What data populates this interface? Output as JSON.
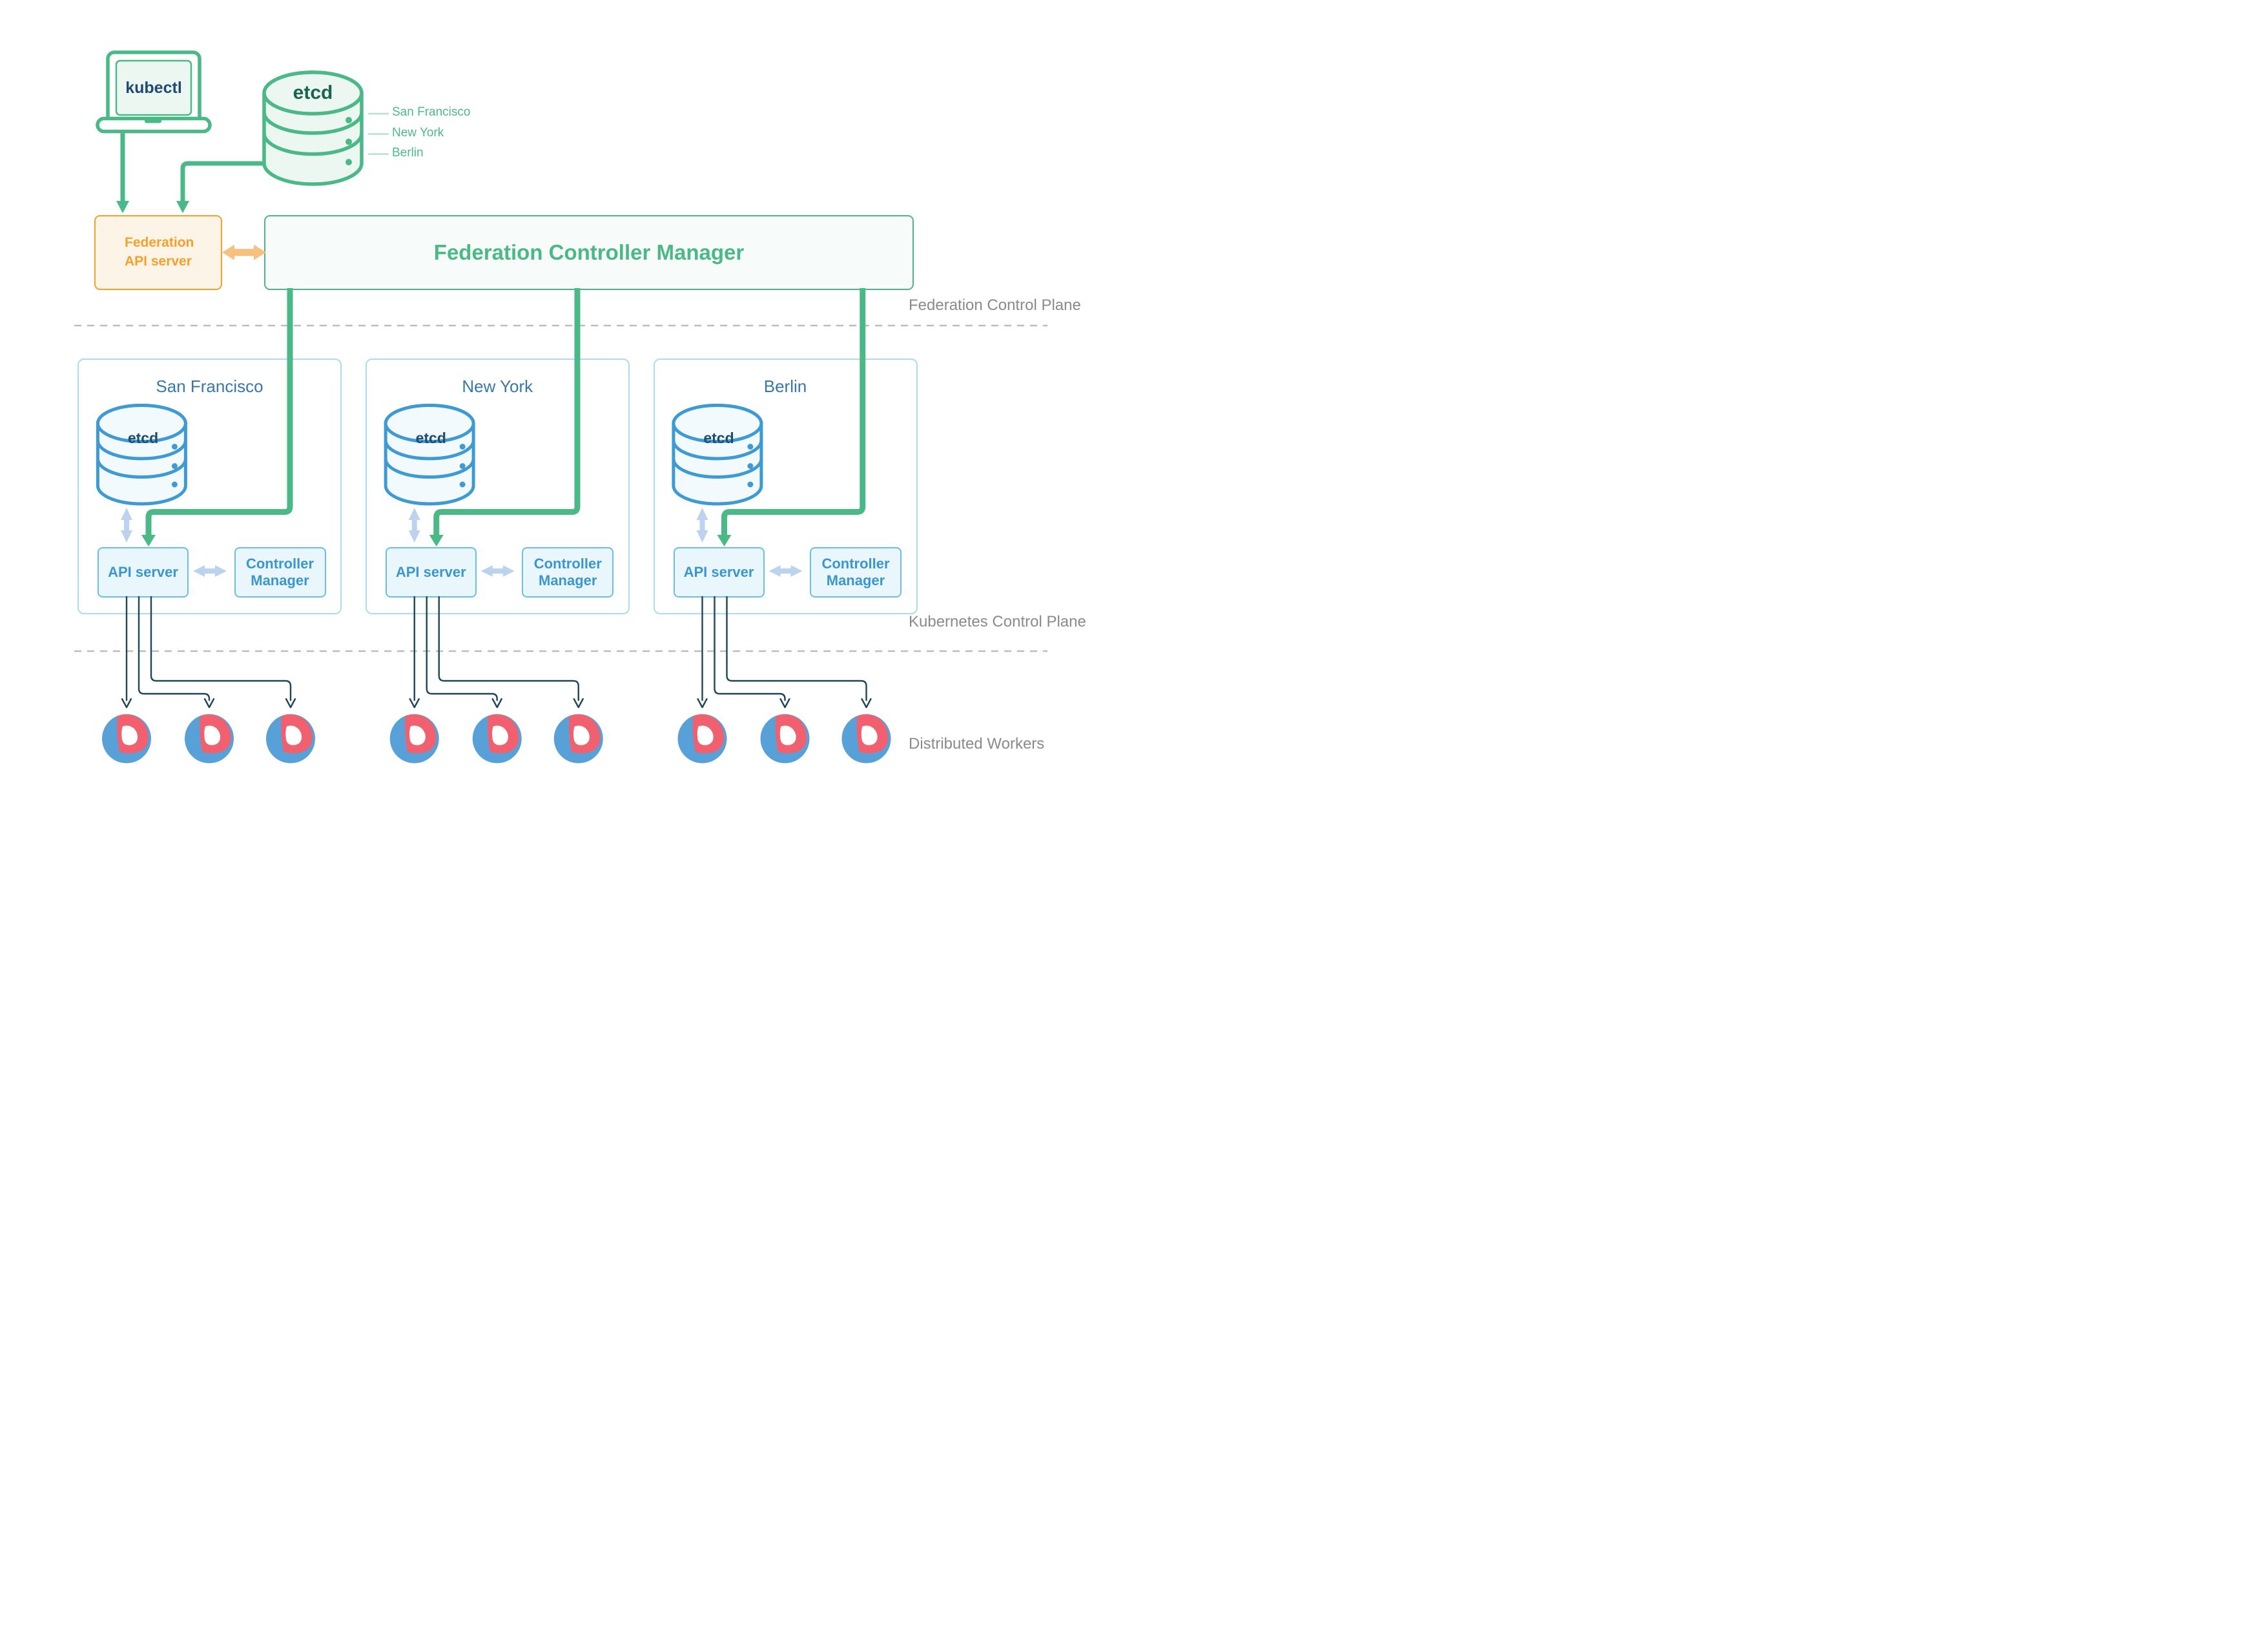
{
  "colors": {
    "green": "#4ab987",
    "green_cyl_fill": "#edf7f1",
    "tick_green": "#b7e3cd",
    "region_green": "#4cbb88",
    "etcd_green_text": "#15654f",
    "orange": "#f5a02a",
    "orange_fill": "#fdf4e8",
    "orange_arrow": "#f8c07e",
    "navy": "#1e4559",
    "kubectl_navy": "#1e4b72",
    "etcd_blue": "#3e9ad3",
    "etcd_blue_fill": "#f2fafd",
    "box_blue_border": "#68c0e8",
    "box_blue_fill": "#e9f6fc",
    "box_blue_text": "#3b96cf",
    "pale_arrow": "#bdd2ee",
    "cluster_border": "#abdcf1",
    "cluster_title": "#3878a8",
    "gray_label": "#8a8a8a",
    "dash_gray": "#bdbdbd",
    "worker_blue": "#58a0d8",
    "worker_red": "#f0606e",
    "fcm_fill": "#f7fbf9",
    "fcm_text": "#4ab987"
  },
  "kubectl": {
    "label": "kubectl"
  },
  "federation_etcd": {
    "label": "etcd",
    "regions": [
      "San Francisco",
      "New York",
      "Berlin"
    ]
  },
  "federation_api_server": {
    "line1": "Federation",
    "line2": "API server"
  },
  "federation_controller_manager": {
    "label": "Federation Controller Manager"
  },
  "plane_labels": {
    "federation": "Federation Control Plane",
    "kubernetes": "Kubernetes Control Plane",
    "workers": "Distributed Workers"
  },
  "clusters": [
    {
      "title": "San Francisco",
      "etcd_label": "etcd",
      "api_server": "API server",
      "controller_manager_line1": "Controller",
      "controller_manager_line2": "Manager"
    },
    {
      "title": "New York",
      "etcd_label": "etcd",
      "api_server": "API server",
      "controller_manager_line1": "Controller",
      "controller_manager_line2": "Manager"
    },
    {
      "title": "Berlin",
      "etcd_label": "etcd",
      "api_server": "API server",
      "controller_manager_line1": "Controller",
      "controller_manager_line2": "Manager"
    }
  ]
}
